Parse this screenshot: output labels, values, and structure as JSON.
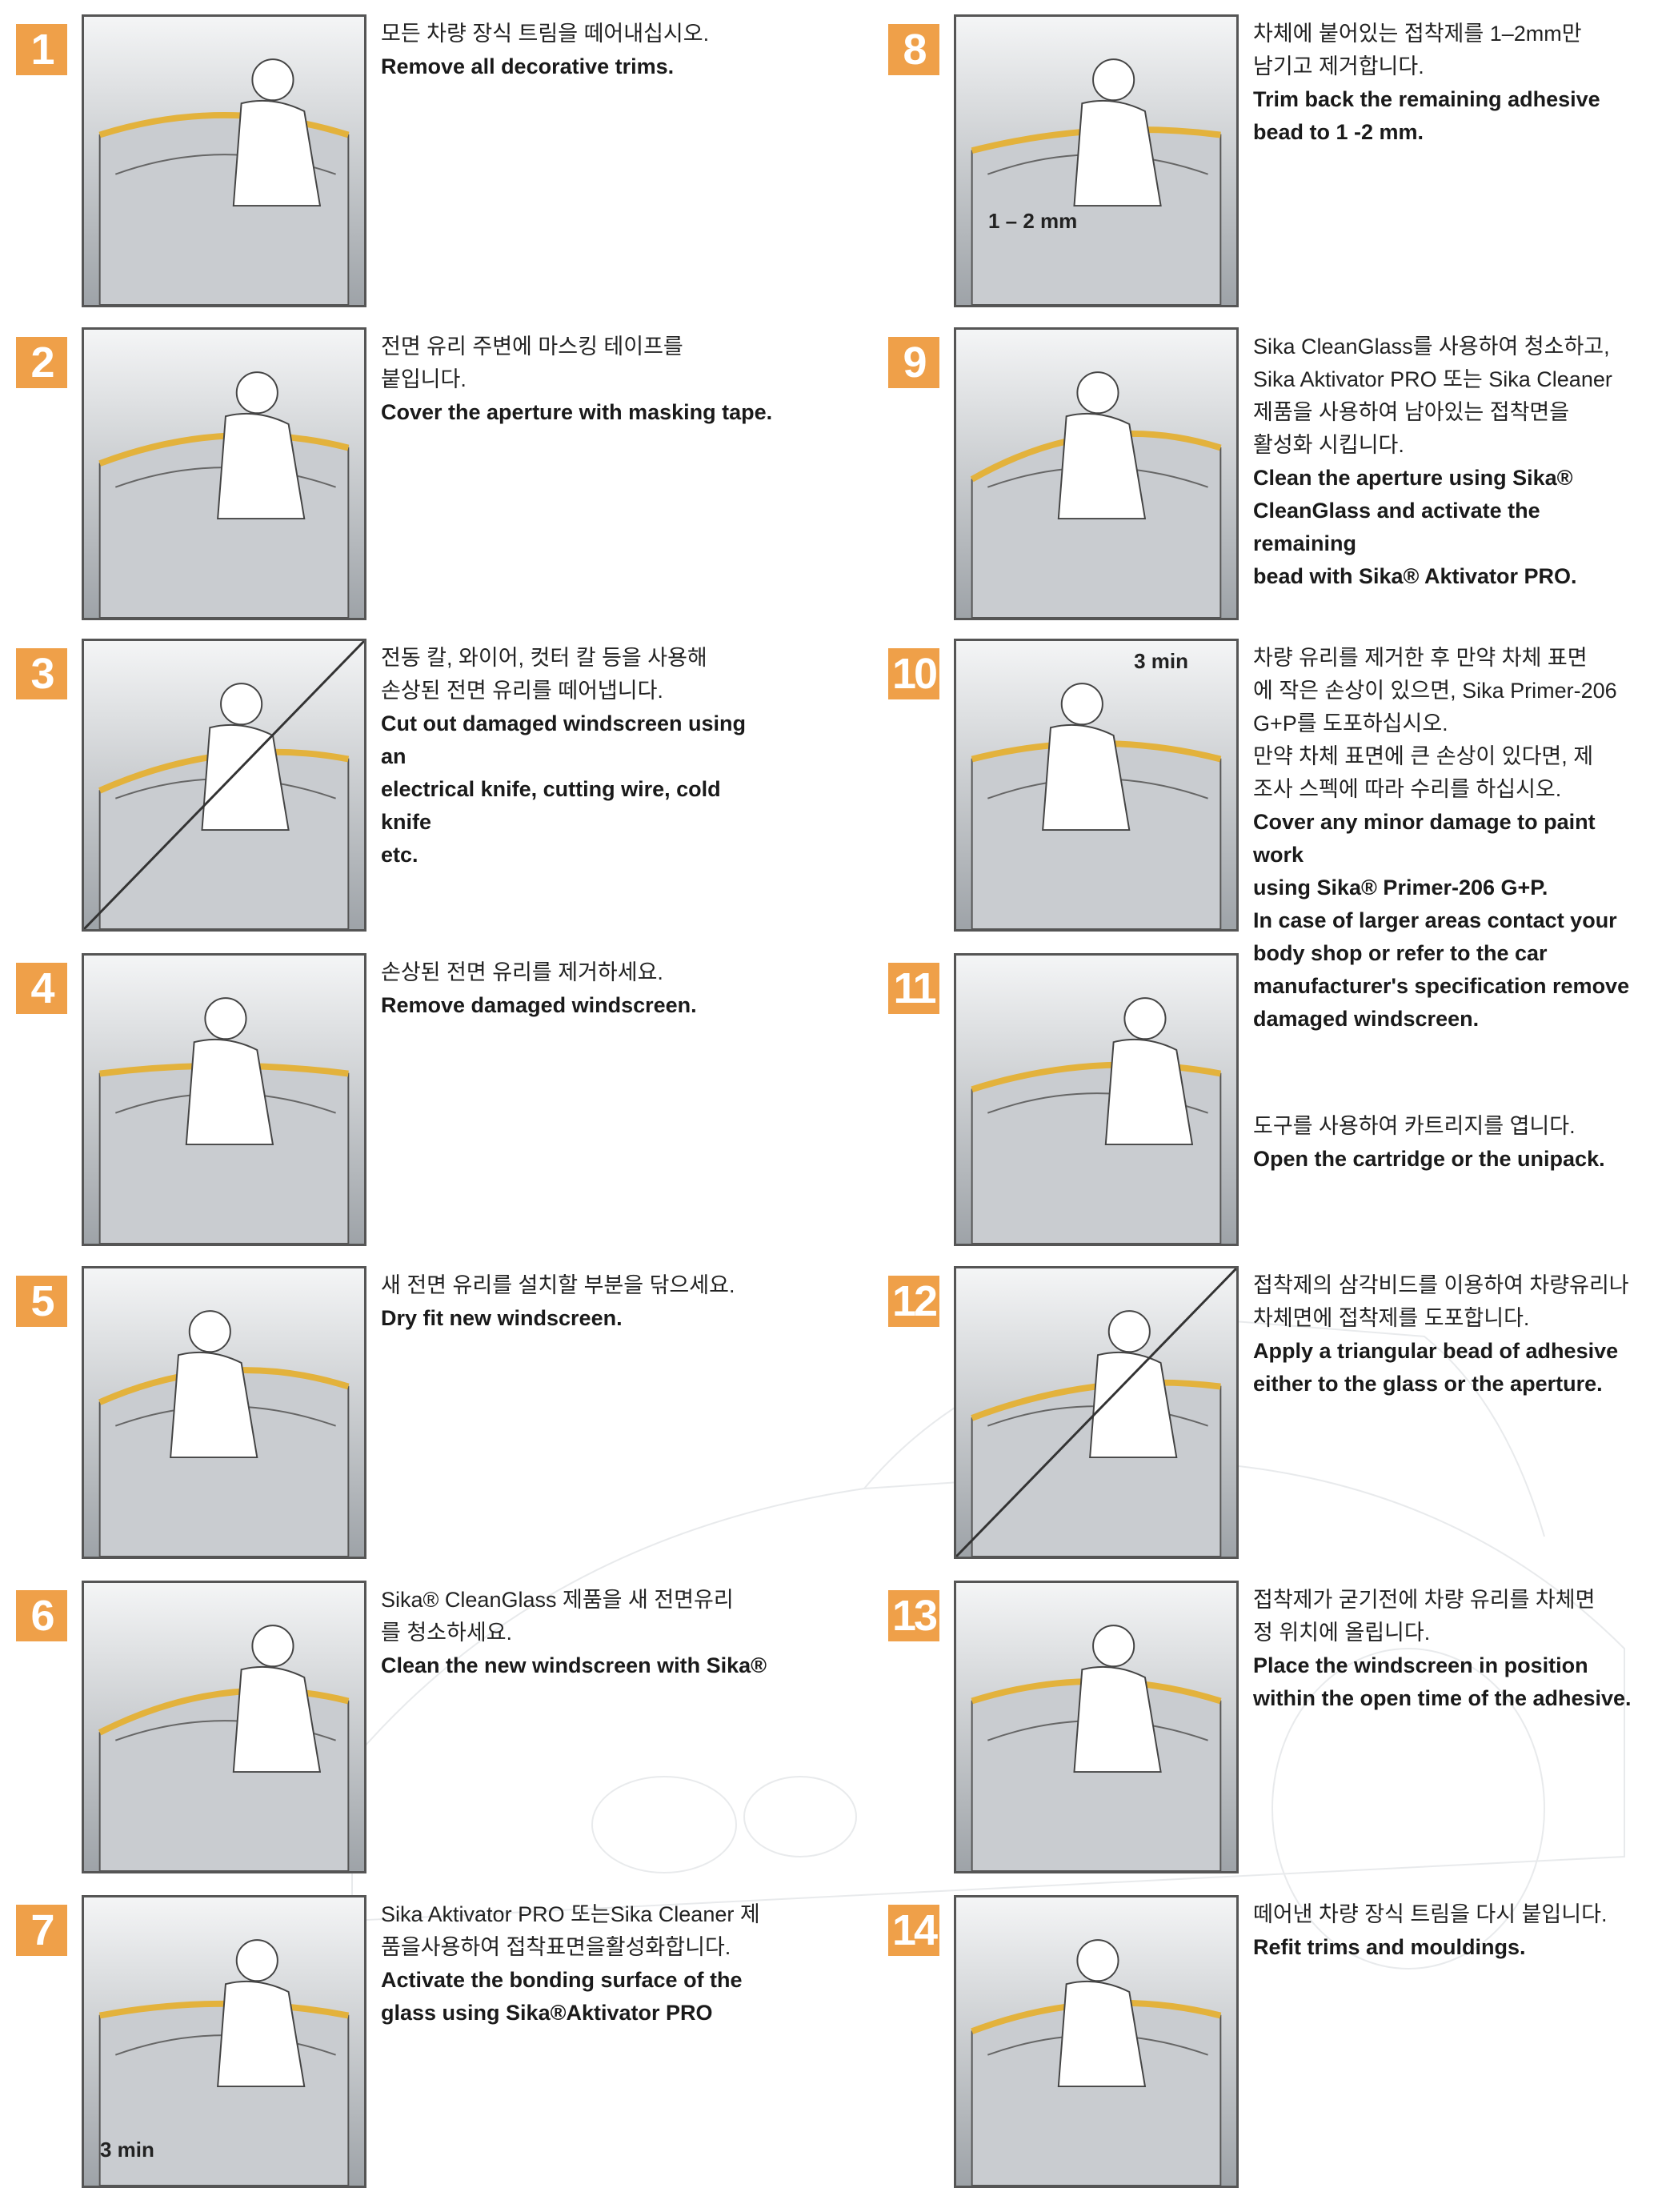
{
  "colors": {
    "accent": "#efa049",
    "bead": "#e3b23c"
  },
  "steps": [
    {
      "number": "1",
      "ko": [
        "모든 차량 장식 트림을 떼어내십시오."
      ],
      "en": [
        "Remove all decorative trims."
      ]
    },
    {
      "number": "2",
      "ko": [
        "전면 유리 주변에 마스킹 테이프를",
        "붙입니다."
      ],
      "en": [
        "Cover the aperture with masking tape."
      ]
    },
    {
      "number": "3",
      "ko": [
        "전동 칼, 와이어, 컷터 칼 등을 사용해",
        "손상된 전면 유리를 떼어냅니다."
      ],
      "en": [
        "Cut out damaged windscreen using an",
        "electrical knife, cutting wire, cold knife",
        "etc."
      ]
    },
    {
      "number": "4",
      "ko": [
        "손상된 전면 유리를 제거하세요."
      ],
      "en": [
        "Remove damaged windscreen."
      ]
    },
    {
      "number": "5",
      "ko": [
        "새 전면 유리를 설치할 부분을 닦으세요."
      ],
      "en": [
        "Dry fit new windscreen."
      ]
    },
    {
      "number": "6",
      "ko": [
        "Sika® CleanGlass 제품을 새 전면유리",
        "를 청소하세요."
      ],
      "en": [
        "Clean the new windscreen with Sika®"
      ]
    },
    {
      "number": "7",
      "ko": [
        "Sika Aktivator PRO 또는Sika Cleaner 제",
        "품을사용하여 접착표면을활성화합니다."
      ],
      "en": [
        "Activate the bonding surface of the",
        "glass using Sika®Aktivator PRO"
      ],
      "image_label": "3 min"
    },
    {
      "number": "8",
      "ko": [
        "차체에 붙어있는 접착제를 1–2mm만",
        "남기고 제거합니다."
      ],
      "en": [
        "Trim back the remaining adhesive",
        "bead to 1 -2 mm."
      ],
      "image_label": "1 – 2 mm"
    },
    {
      "number": "9",
      "ko": [
        "Sika CleanGlass를 사용하여 청소하고,",
        "Sika Aktivator PRO 또는 Sika Cleaner",
        "제품을 사용하여 남아있는 접착면을",
        "활성화 시킵니다."
      ],
      "en": [
        "Clean the aperture using Sika®",
        "CleanGlass and activate the remaining",
        "bead with Sika® Aktivator PRO."
      ]
    },
    {
      "number": "10",
      "ko": [
        "차량 유리를 제거한 후 만약 차체 표면",
        "에 작은 손상이 있으면, Sika Primer-206",
        "G+P를 도포하십시오.",
        "만약 차체 표면에 큰 손상이 있다면, 제",
        "조사 스펙에 따라 수리를 하십시오."
      ],
      "en": [
        "Cover any minor damage to paint work",
        "using Sika® Primer-206 G+P.",
        "In case of larger areas contact your",
        "body shop or refer to the car",
        "manufacturer's specification remove",
        "damaged windscreen."
      ],
      "image_label": "3 min"
    },
    {
      "number": "11",
      "ko": [
        "도구를 사용하여 카트리지를 엽니다."
      ],
      "en": [
        "Open the cartridge or the unipack."
      ]
    },
    {
      "number": "12",
      "ko": [
        "접착제의 삼각비드를 이용하여 차량유리나",
        "차체면에 접착제를 도포합니다."
      ],
      "en": [
        "Apply a triangular bead of adhesive",
        "either to the glass or the aperture."
      ]
    },
    {
      "number": "13",
      "ko": [
        "접착제가 굳기전에 차량 유리를 차체면",
        "정 위치에 올립니다."
      ],
      "en": [
        "Place the windscreen in position",
        "within the open time of the adhesive."
      ]
    },
    {
      "number": "14",
      "ko": [
        "떼어낸 차량 장식 트림을 다시 붙입니다."
      ],
      "en": [
        "Refit trims and mouldings."
      ]
    }
  ]
}
